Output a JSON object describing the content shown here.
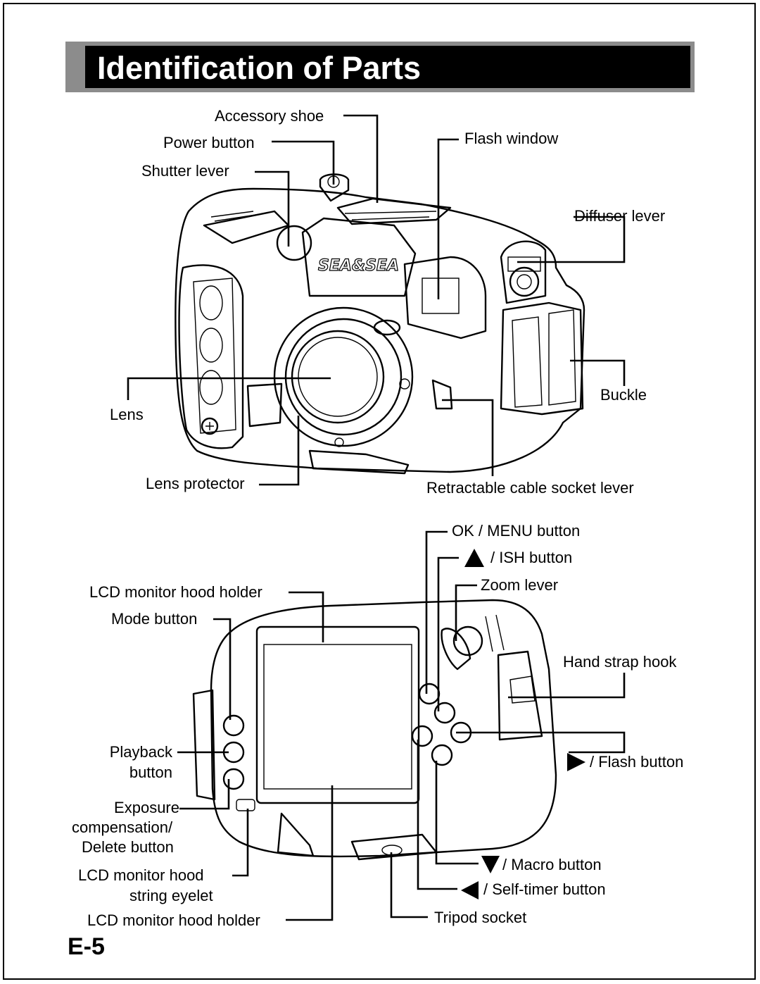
{
  "title": "Identification of Parts",
  "page_number": "E-5",
  "front_view": {
    "labels": {
      "accessory_shoe": "Accessory shoe",
      "power_button": "Power button",
      "shutter_lever": "Shutter lever",
      "flash_window": "Flash window",
      "diffuser_lever": "Diffuser lever",
      "lens": "Lens",
      "buckle": "Buckle",
      "lens_protector": "Lens protector",
      "retractable_cable_socket_lever": "Retractable cable socket lever"
    },
    "brand_logo": "SEA&SEA"
  },
  "back_view": {
    "labels": {
      "ok_menu_button": "OK / MENU button",
      "ish_button": "/ ISH button",
      "zoom_lever": "Zoom lever",
      "lcd_hood_holder_top": "LCD monitor hood holder",
      "mode_button": "Mode button",
      "hand_strap_hook": "Hand strap hook",
      "playback_button_1": "Playback",
      "playback_button_2": "button",
      "flash_button": "/ Flash button",
      "exposure_1": "Exposure",
      "exposure_2": "compensation/",
      "exposure_3": "Delete button",
      "hood_eyelet_1": "LCD monitor hood",
      "hood_eyelet_2": "string eyelet",
      "macro_button": "/ Macro button",
      "self_timer_button": "/ Self-timer button",
      "lcd_hood_holder_bottom": "LCD monitor hood holder",
      "tripod_socket": "Tripod socket"
    },
    "icons": {
      "ish": "triangle-up-icon",
      "flash": "triangle-right-icon",
      "macro": "triangle-down-icon",
      "self_timer": "triangle-left-icon"
    }
  }
}
